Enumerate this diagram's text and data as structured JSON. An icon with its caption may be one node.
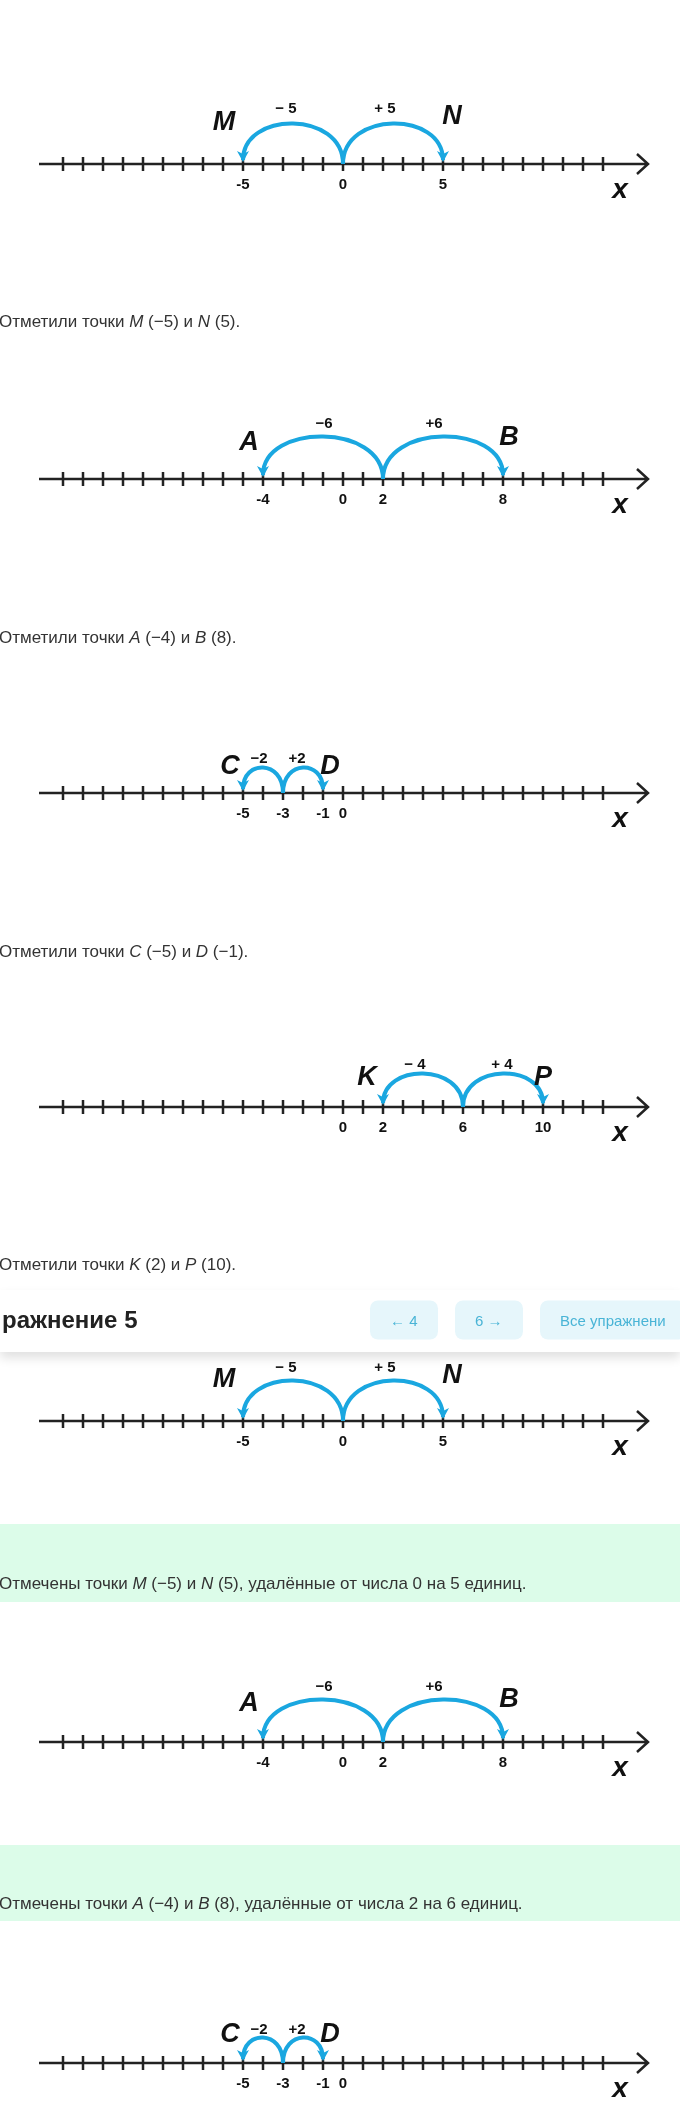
{
  "diagram": {
    "labels": [
      "M",
      "− 5",
      "+ 5",
      "N",
      "-5",
      "0",
      "5",
      "x",
      "Отметили точки *M* (−5) и *N* (5).",
      "A",
      "−6",
      "+6",
      "B",
      "-4",
      "0",
      "2",
      "8",
      "x",
      "Отметили точки *A* (−4) и *B* (8).",
      "C",
      "−2",
      "+2",
      "D",
      "-5",
      "-3",
      "-1",
      "0",
      "x",
      "Отметили точки *C* (−5) и *D* (−1).",
      "K",
      "− 4",
      "+ 4",
      "P",
      "0",
      "2",
      "6",
      "10",
      "x",
      "Отметили точки *K* (2) и *P* (10).",
      "ражнение 5",
      "← 4",
      "6 →",
      "Все упражнени",
      "M",
      "− 5",
      "+ 5",
      "N",
      "-5",
      "0",
      "5",
      "x",
      "Отмечены точки *M* (−5) и *N* (5), удалённые от числа 0 на 5 единиц.",
      "A",
      "−6",
      "+6",
      "B",
      "-4",
      "0",
      "2",
      "8",
      "x",
      "Отмечены точки *A* (−4) и *B* (8), удалённые от числа 2 на 6 единиц.",
      "C",
      "−2",
      "+2",
      "D",
      "-5",
      "-3",
      "-1",
      "0",
      "x"
    ]
  }
}
